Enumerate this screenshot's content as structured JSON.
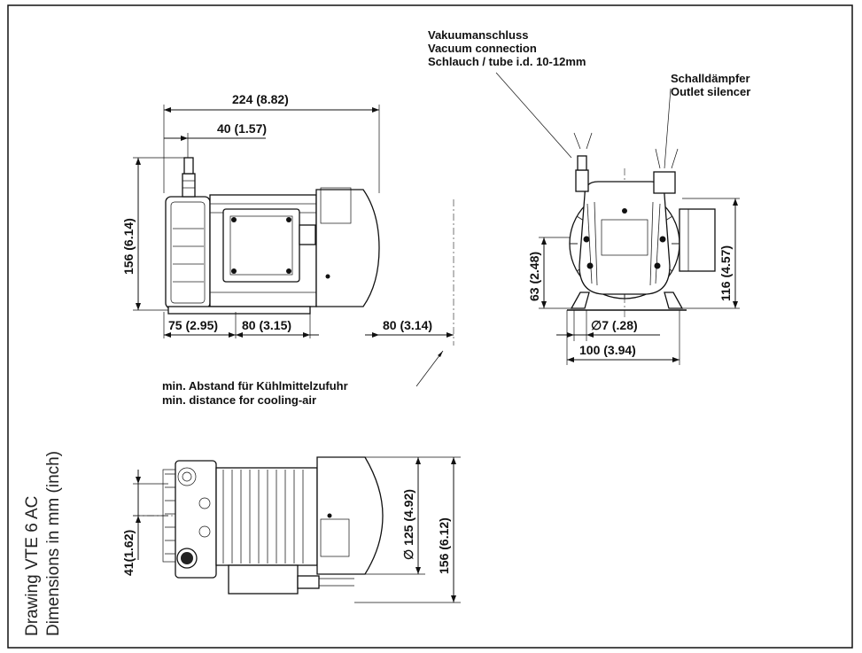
{
  "drawing": {
    "title": "Drawing VTE 6 AC",
    "units_note": "Dimensions in mm (inch)"
  },
  "side_view": {
    "overall_length": "224 (8.82)",
    "inlet_offset": "40 (1.57)",
    "height": "156 (6.14)",
    "foot_a": "75 (2.95)",
    "foot_b": "80 (3.15)",
    "clearance": "80 (3.14)"
  },
  "end_view": {
    "vacuum_label_de": "Vakuumanschluss",
    "vacuum_label_en": "Vacuum connection",
    "vacuum_tube": "Schlauch / tube i.d. 10-12mm",
    "silencer_label_de": "Schalldämpfer",
    "silencer_label_en": "Outlet silencer",
    "height": "116 (4.57)",
    "shaft_height": "63 (2.48)",
    "hole": "∅7 (.28)",
    "foot_width": "100 (3.94)"
  },
  "clearance_note": {
    "line1": "min. Abstand für Kühlmittelzufuhr",
    "line2": "min. distance for cooling-air"
  },
  "top_view": {
    "offset": "41(1.62)",
    "diameter": "∅ 125 (4.92)",
    "width": "156 (6.12)"
  }
}
